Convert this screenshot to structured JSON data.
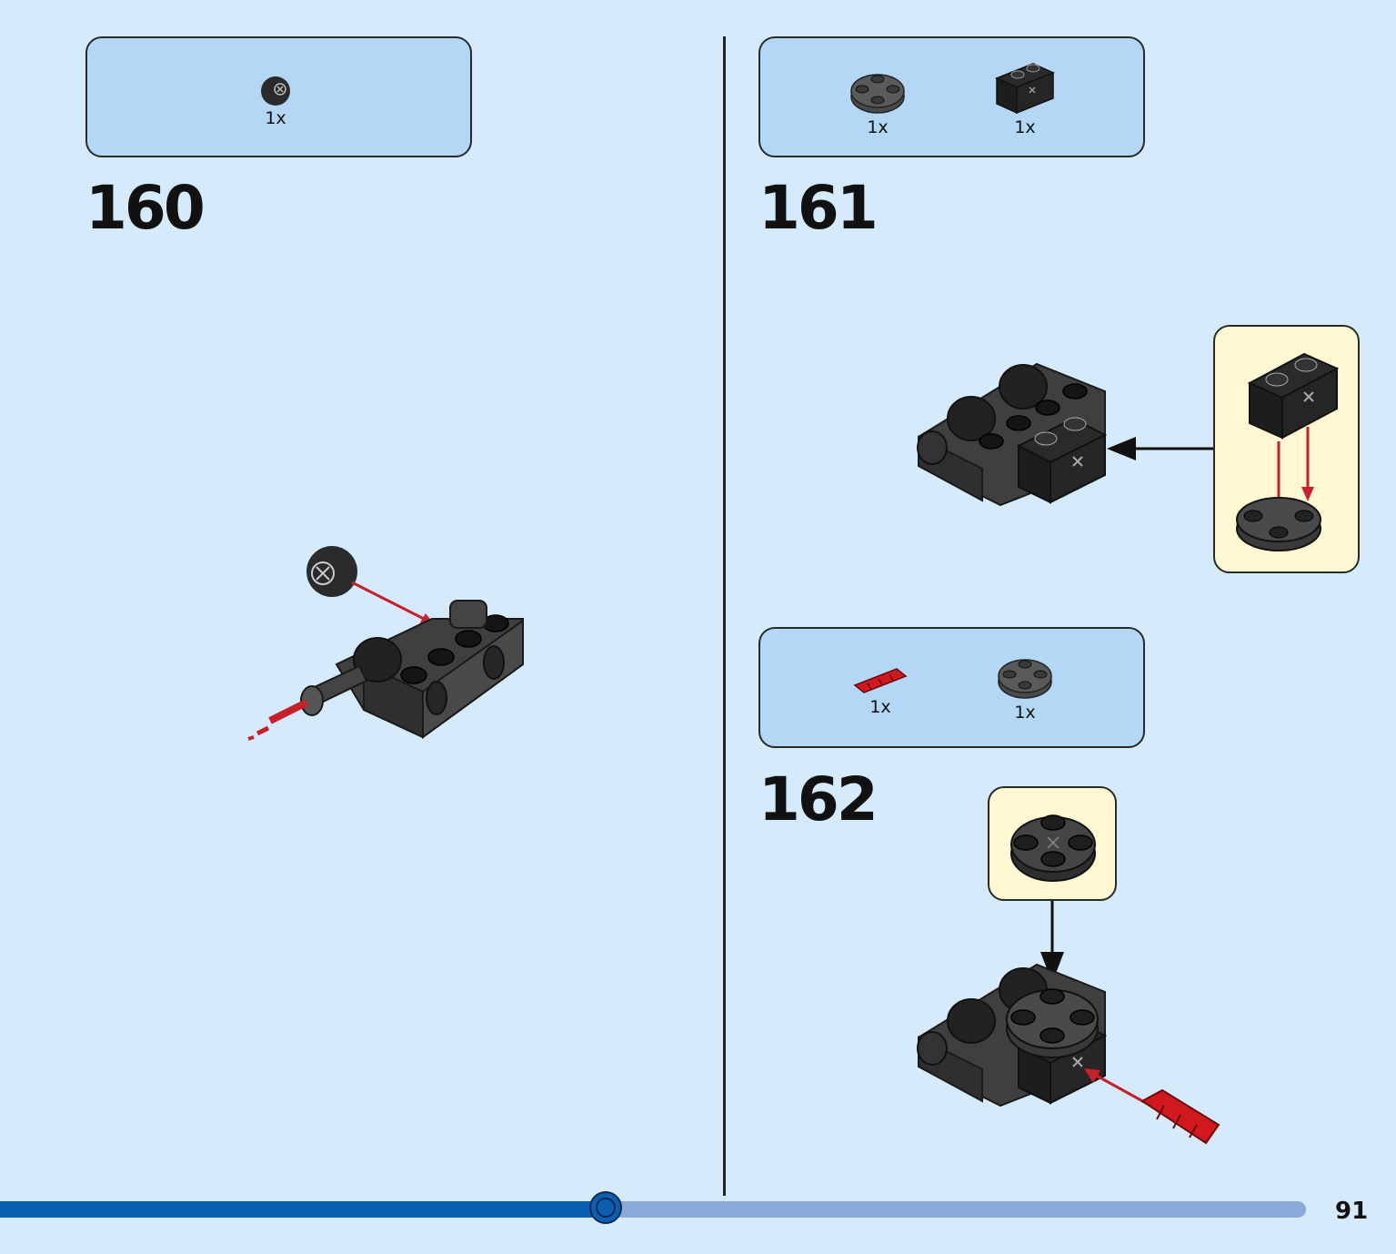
{
  "page": {
    "number": "91",
    "progress_percent": 46.5
  },
  "steps": [
    {
      "number": "160",
      "parts": [
        {
          "qty": "1x",
          "icon": "round-black-wheel-icon"
        }
      ]
    },
    {
      "number": "161",
      "parts": [
        {
          "qty": "1x",
          "icon": "round-plate-2x2-icon"
        },
        {
          "qty": "1x",
          "icon": "black-brick-1x2-axle-hole-icon"
        }
      ],
      "callout": "sub-assembly-brick-on-round-plate"
    },
    {
      "number": "162",
      "parts": [
        {
          "qty": "1x",
          "icon": "red-axle-pin-icon"
        },
        {
          "qty": "1x",
          "icon": "round-plate-2x2-icon"
        }
      ],
      "callout": "round-plate-2x2-detail"
    }
  ],
  "colors": {
    "background": "#d5ebfb",
    "parts_box": "#b3d7f4",
    "callout": "#fff8d2",
    "brick_dark": "#3a3a3a",
    "brick_black": "#1b1b1b",
    "accent_red": "#d0181e",
    "progress_fill": "#0a5fb0",
    "progress_track": "#89a9d9"
  }
}
